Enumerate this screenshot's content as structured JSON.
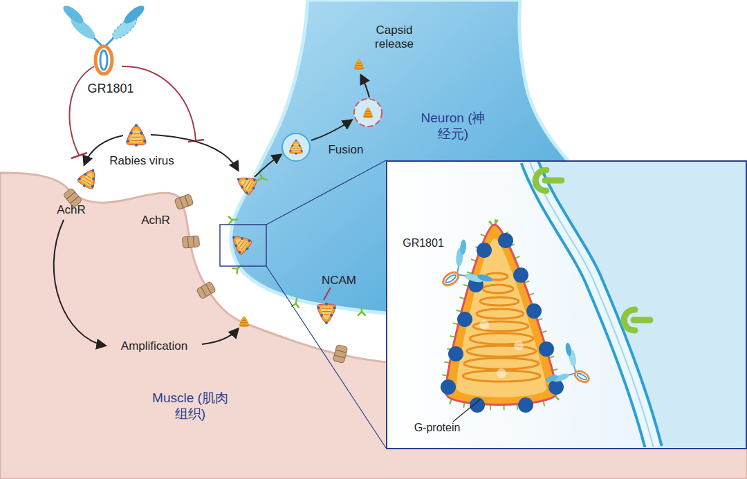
{
  "diagram": {
    "nodes": [
      {
        "text": [
          "Neuron (神经元)"
        ]
      },
      {
        "text": [
          "GR1801",
          "G-protein"
        ]
      },
      {
        "text": [
          "Muscle (肌肉组织)"
        ]
      }
    ],
    "labels": [
      "GR1801",
      "Capsid release",
      "Fusion",
      "Rabies virus",
      "AchR",
      "AchR",
      "NCAM",
      "Amplification"
    ]
  }
}
